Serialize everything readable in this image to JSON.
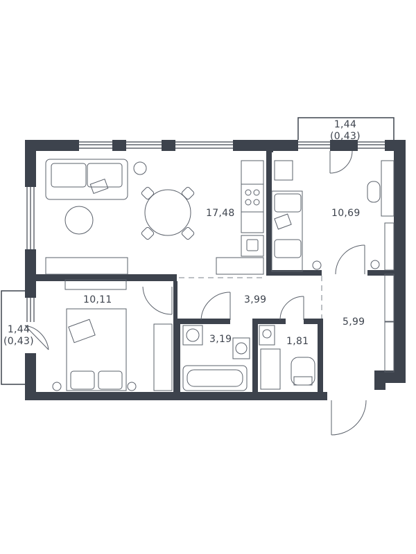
{
  "colors": {
    "wall": "#3d434d",
    "line": "#5a606a",
    "fill": "#ffffff"
  },
  "rooms": [
    {
      "id": "living",
      "label": "17,48"
    },
    {
      "id": "bedroom-right",
      "label": "10,69"
    },
    {
      "id": "bedroom-left",
      "label": "10,11"
    },
    {
      "id": "hall-center",
      "label": "3,99"
    },
    {
      "id": "bathroom",
      "label": "3,19"
    },
    {
      "id": "toilet",
      "label": "1,81"
    },
    {
      "id": "entrance",
      "label": "5,99"
    }
  ],
  "balconies": [
    {
      "id": "balcony-top",
      "area": "1,44",
      "reduced": "(0,43)"
    },
    {
      "id": "balcony-left",
      "area": "1,44",
      "reduced": "(0,43)"
    }
  ]
}
